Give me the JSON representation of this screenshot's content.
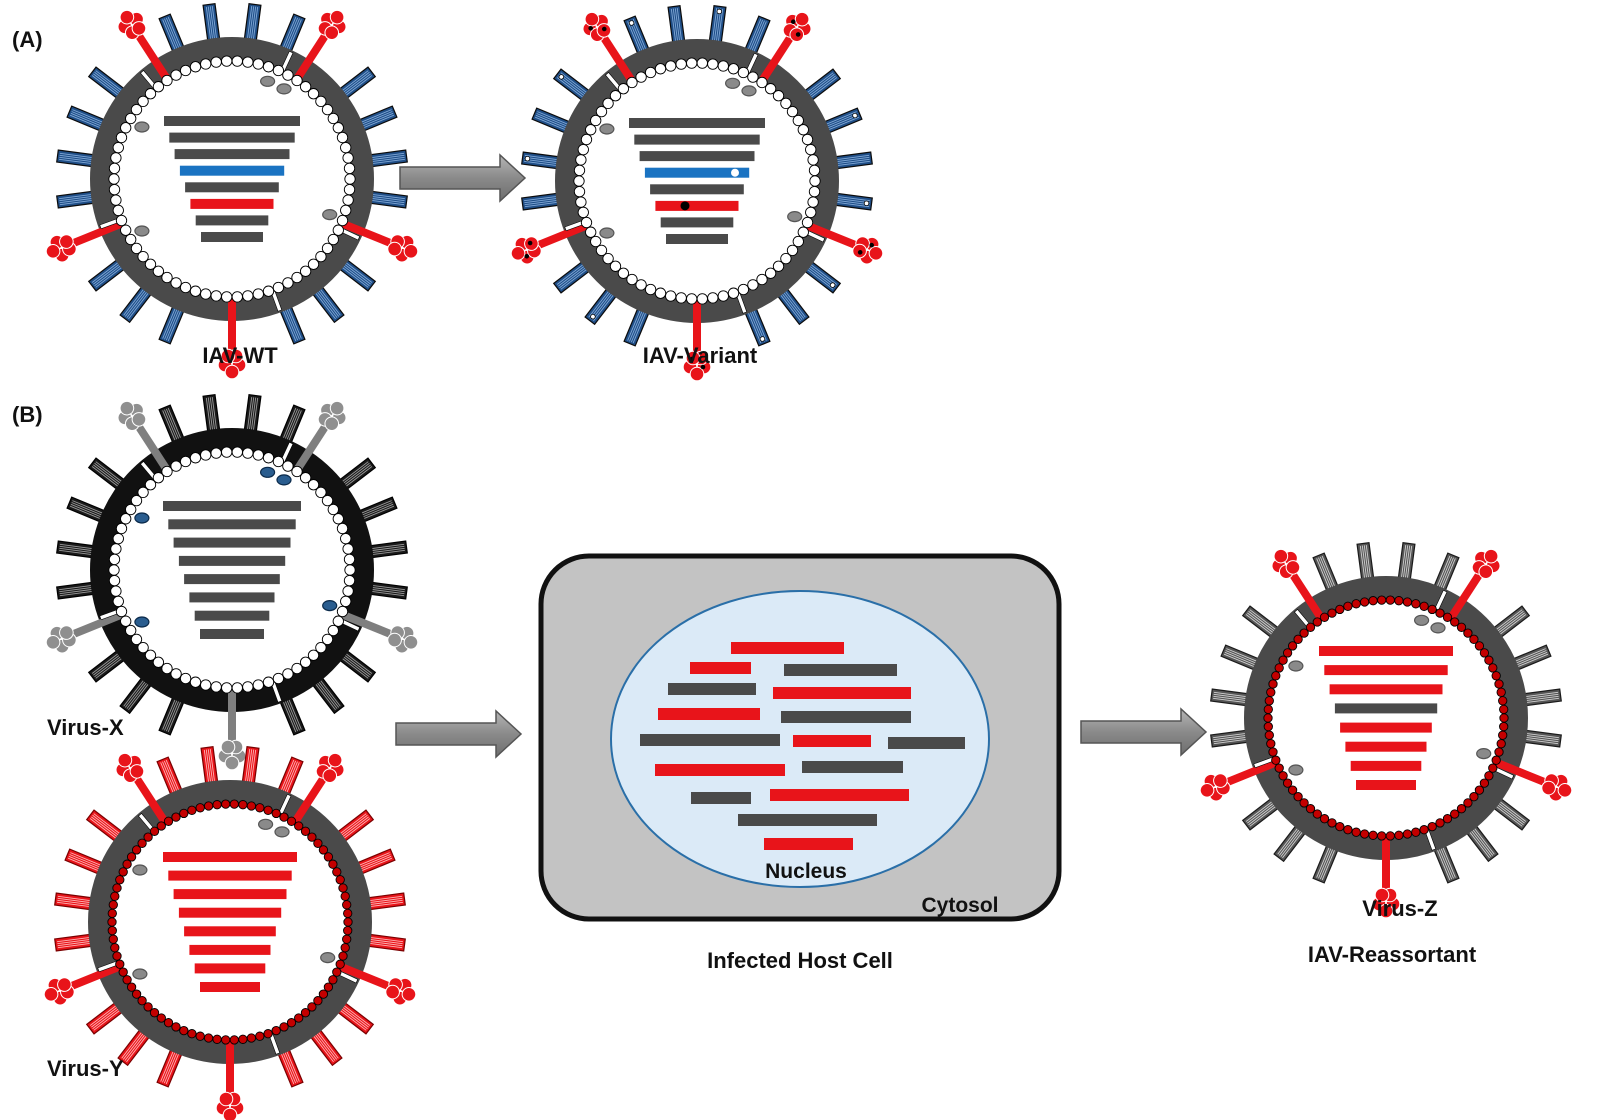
{
  "panels": {
    "a": {
      "label": "(A)",
      "wt_caption": "IAV-WT",
      "variant_caption": "IAV-Variant"
    },
    "b": {
      "label": "(B)",
      "virus_x_caption": "Virus-X",
      "virus_y_caption": "Virus-Y",
      "host_cell_caption": "Infected Host Cell",
      "nucleus_label": "Nucleus",
      "cytosol_label": "Cytosol",
      "virus_z_caption": "Virus-Z",
      "reassortant_caption": "IAV-Reassortant"
    }
  },
  "colors": {
    "envelope_dark": "#4a4a4a",
    "envelope_black": "#111111",
    "segment_gray": "#4a4a4a",
    "segment_red": "#e8141a",
    "segment_blue": "#1a73c2",
    "spike_blue": "#1f4e87",
    "spike_red": "#e8141a",
    "spike_gray": "#7f7f7f",
    "nucleus_fill": "#dbeaf7",
    "nucleus_stroke": "#2a6fa8",
    "cytosol_fill": "#c3c3c3",
    "arrow_gray": "#8c8c8c"
  },
  "viruses": {
    "wt": {
      "segments": [
        "gray",
        "gray",
        "gray",
        "blue",
        "gray",
        "red",
        "gray",
        "gray"
      ],
      "spike_style": "blue",
      "head_style": "red",
      "membrane_dots": "white",
      "mutations": false
    },
    "variant": {
      "segments": [
        "gray",
        "gray",
        "gray",
        "blue",
        "gray",
        "red",
        "gray",
        "gray"
      ],
      "spike_style": "blue",
      "head_style": "red",
      "membrane_dots": "white",
      "mutations": true
    },
    "virus_x": {
      "segments": [
        "gray",
        "gray",
        "gray",
        "gray",
        "gray",
        "gray",
        "gray",
        "gray"
      ],
      "spike_style": "black",
      "head_style": "gray",
      "membrane_dots": "white"
    },
    "virus_y": {
      "segments": [
        "red",
        "red",
        "red",
        "red",
        "red",
        "red",
        "red",
        "red"
      ],
      "spike_style": "red",
      "head_style": "red",
      "membrane_dots": "red"
    },
    "virus_z": {
      "segments": [
        "red",
        "red",
        "red",
        "gray",
        "red",
        "red",
        "red",
        "red"
      ],
      "spike_style": "gray",
      "head_style": "red",
      "membrane_dots": "red"
    }
  },
  "nucleus_segments": [
    "red",
    "red",
    "gray",
    "gray",
    "red",
    "red",
    "gray",
    "gray",
    "red",
    "gray",
    "red",
    "gray",
    "gray",
    "red",
    "gray",
    "red"
  ]
}
